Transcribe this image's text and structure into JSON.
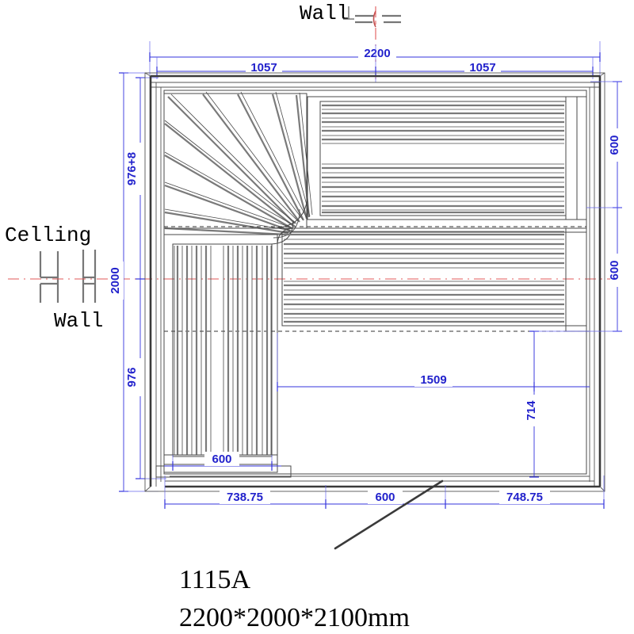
{
  "drawing": {
    "title_code": "1115A",
    "title_size": "2200*2000*2100mm",
    "labels": {
      "wall_top": "Wall",
      "celling_left": "Celling",
      "wall_left": "Wall"
    },
    "dimensions": {
      "top_overall": "2200",
      "top_left_half": "1057",
      "top_right_half": "1057",
      "left_upper": "976+8",
      "left_overall": "2000",
      "left_lower": "976",
      "right_upper": "600",
      "right_lower": "600",
      "interior_width": "1509",
      "interior_depth": "714",
      "bench_width_left": "600",
      "bottom_left": "738.75",
      "bottom_middle": "600",
      "bottom_right": "748.75"
    },
    "colors": {
      "dimension": "#2222cc",
      "dimension_line": "#3333dd",
      "centerline": "#e05a5a",
      "wall": "#3a3a3a",
      "slat": "#7a7a7a",
      "background": "#ffffff"
    },
    "icons": {
      "wall_section_top": "wall-break-symbol",
      "wall_section_thin": "wall-section-thin-symbol",
      "wall_section_thick": "wall-section-thick-symbol",
      "door_leader": "door-leader-line"
    },
    "features": {
      "fan_slats_count": 11,
      "top_bench_slats_count": 10,
      "mid_bench_slats_count": 10,
      "left_bench_slats_count": 13,
      "view_type": "floor-plan"
    }
  }
}
